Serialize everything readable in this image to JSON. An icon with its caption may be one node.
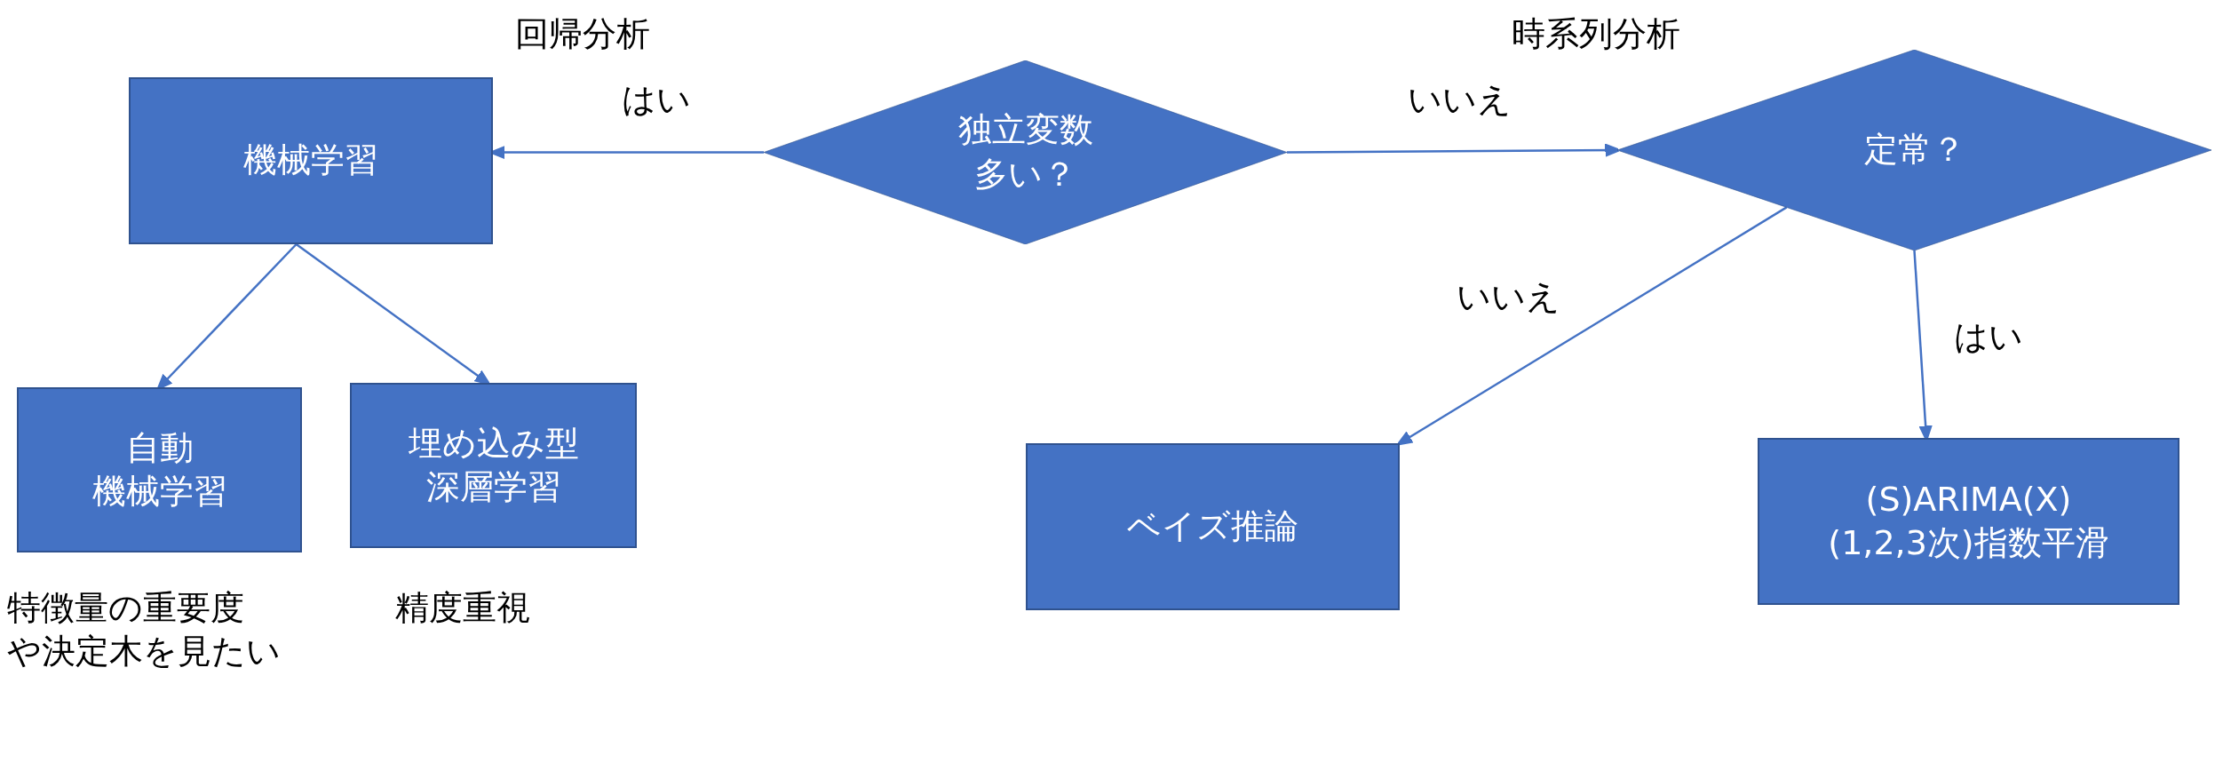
{
  "diagram": {
    "nodes": [
      {
        "text": [
          "機械学習"
        ]
      },
      {
        "text": [
          "独立変数多い？"
        ]
      },
      {
        "text": [
          "定常？"
        ]
      },
      {
        "text": [
          "自動機械学習"
        ],
        "beside": [
          "特徴量の重要度や決定木を見たい"
        ]
      },
      {
        "text": [
          "埋め込み型深層学習"
        ],
        "beside": [
          "精度重視"
        ]
      },
      {
        "text": [
          "ベイズ推論"
        ]
      },
      {
        "text": [
          "(S)ARIMA(X) (1,2,3次)指数平滑"
        ]
      }
    ],
    "edges": [
      {
        "from": 1,
        "to": 0,
        "arrow": "to",
        "label": "はい"
      },
      {
        "from": 1,
        "to": 2,
        "arrow": "to",
        "label": "いいえ"
      },
      {
        "from": 0,
        "to": 3,
        "arrow": "to"
      },
      {
        "from": 0,
        "to": 4,
        "arrow": "to"
      },
      {
        "from": 2,
        "to": 5,
        "arrow": "to",
        "label": "いいえ"
      },
      {
        "from": 2,
        "to": 6,
        "arrow": "to",
        "label": "はい"
      }
    ],
    "labels": [
      "回帰分析",
      "時系列分析"
    ]
  }
}
